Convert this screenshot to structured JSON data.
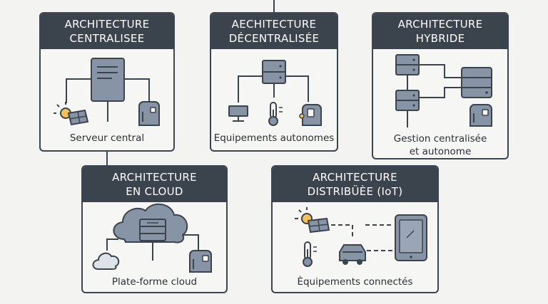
{
  "colors": {
    "header_bg": "#3b434d",
    "header_text": "#ffffff",
    "card_border": "#3d4550",
    "device_fill": "#8794a6",
    "background": "#f3f3f1",
    "sun": "#f2c15a"
  },
  "cards": {
    "centralisee": {
      "title_line1": "ARCHITECTURE",
      "title_line2": "CENTRALISEE",
      "caption": "Serveur central",
      "icons": [
        "server-icon",
        "solar-panel-icon",
        "smart-lock-icon"
      ]
    },
    "decentralisee": {
      "title_line1": "AECHITECTURE",
      "title_line2": "DÉCENTRALISÉE",
      "caption": "Equipements autonomes",
      "icons": [
        "server-icon",
        "device-icon",
        "thermometer-icon",
        "smart-lock-icon"
      ]
    },
    "hybride": {
      "title_line1": "ARCHITECTURE",
      "title_line2": "HYBRIDE",
      "caption_line1": "Gestion centralisée",
      "caption_line2": "et autonome",
      "icons": [
        "server-icon",
        "server-icon",
        "server-icon",
        "smart-lock-icon"
      ]
    },
    "cloud": {
      "title_line1": "ARCHITECTURE",
      "title_line2": "EN CLOUD",
      "caption": "Plate-forme cloud",
      "icons": [
        "cloud-icon",
        "server-icon",
        "small-cloud-icon",
        "smart-lock-icon"
      ]
    },
    "distribuee": {
      "title_line1": "ARCHITECTURE",
      "title_line2": "DISTRIBÜÈE (IoT)",
      "caption": "Èquipements connectés",
      "icons": [
        "solar-panel-icon",
        "thermometer-icon",
        "car-icon",
        "tablet-icon"
      ]
    }
  }
}
